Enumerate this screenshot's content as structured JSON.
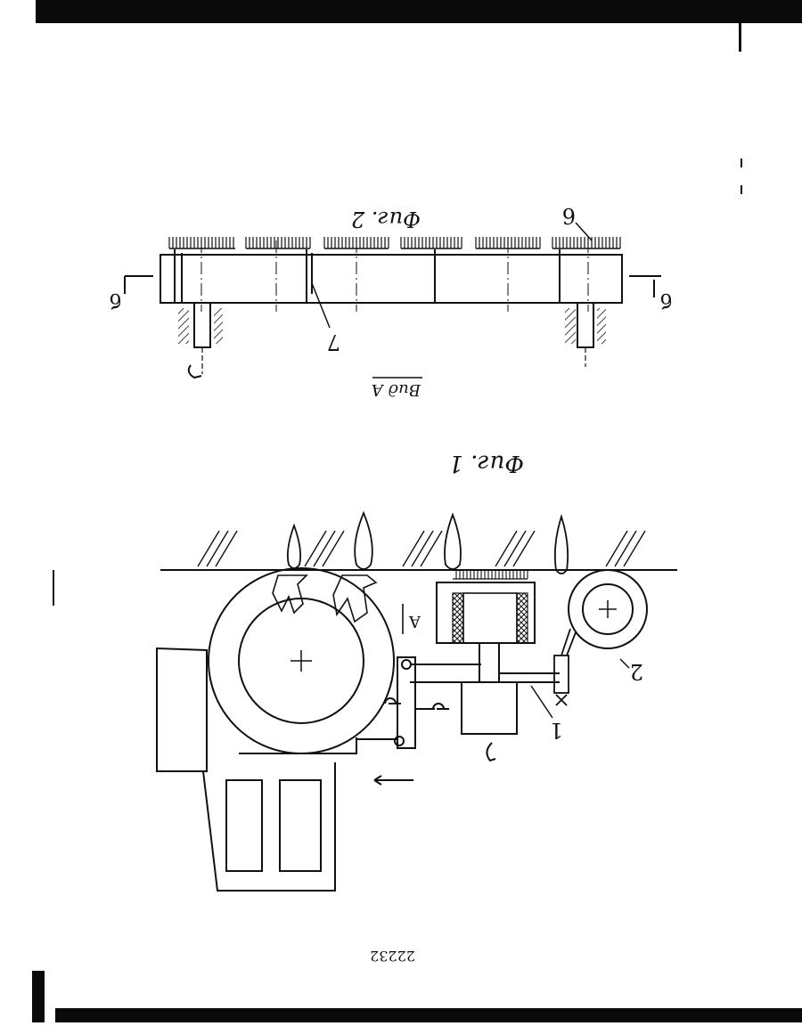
{
  "document": {
    "page_number": "22232"
  },
  "figure1": {
    "caption": "Фиг. 1",
    "view_label": "A",
    "labels": {
      "part_1": "1",
      "part_2": "2"
    }
  },
  "figure2": {
    "caption": "Фиг. 2",
    "view_title": "Вид А",
    "section_mark_left": "б",
    "section_mark_right": "б",
    "labels": {
      "part_6": "6",
      "part_7": "7"
    }
  },
  "colors": {
    "ink": "#111111",
    "paper": "#ffffff"
  }
}
